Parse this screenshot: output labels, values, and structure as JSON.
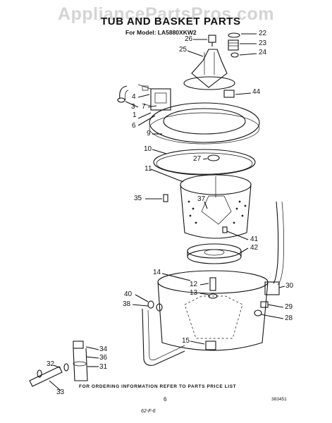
{
  "watermark": "AppliancePartsPros.com",
  "title": "TUB AND BASKET PARTS",
  "model_line": "For Model: LA5880XKW2",
  "footer_note": "FOR ORDERING INFORMATION REFER TO PARTS PRICE LIST",
  "page_number": "6",
  "catalog_number": "383451",
  "handwritten_note": "62-F-6",
  "callouts": [
    "26",
    "25",
    "22",
    "23",
    "24",
    "44",
    "4",
    "3",
    "7",
    "1",
    "6",
    "9",
    "10",
    "27",
    "11",
    "35",
    "37",
    "41",
    "42",
    "14",
    "12",
    "13",
    "30",
    "40",
    "38",
    "29",
    "28",
    "15",
    "34",
    "32",
    "36",
    "31",
    "33"
  ]
}
